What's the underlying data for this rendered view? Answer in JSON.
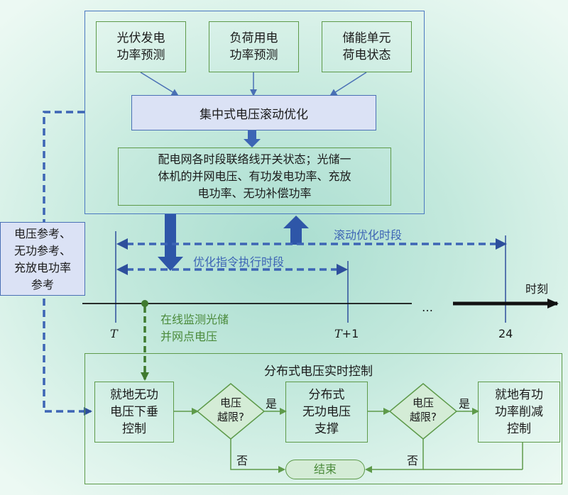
{
  "top_panel": {
    "inputs": [
      "光伏发电\n功率预测",
      "负荷用电\n功率预测",
      "储能单元\n荷电状态"
    ],
    "optimization": "集中式电压滚动优化",
    "outputs": "配电网各时段联络线开关状态；光储一\n体机的并网电压、有功发电功率、充放\n电功率、无功补偿功率"
  },
  "reference_box": "电压参考、\n无功参考、\n充放电功率\n参考",
  "timeline": {
    "rolling_label": "滚动优化时段",
    "exec_label": "优化指令执行时段",
    "axis_label": "时刻",
    "ellipsis": "…",
    "tick_T": "T",
    "tick_T1_base": "T",
    "tick_T1_suffix": "+1",
    "tick_24": "24",
    "monitor_label": "在线监测光储\n并网点电压"
  },
  "bottom_panel": {
    "title": "分布式电压实时控制",
    "step1": "就地无功\n电压下垂\n控制",
    "decision1": "电压\n越限?",
    "yes1": "是",
    "no1": "否",
    "step2": "分布式\n无功电压\n支撑",
    "decision2": "电压\n越限?",
    "yes2": "是",
    "no2": "否",
    "step3": "就地有功\n功率削减\n控制",
    "end": "结束"
  },
  "colors": {
    "blue_line": "#4a78c0",
    "dark_blue": "#2e4f9c",
    "green_line": "#5e9a4a",
    "dark_green": "#3f7a2f",
    "box_fill": "#dbe2f5"
  }
}
